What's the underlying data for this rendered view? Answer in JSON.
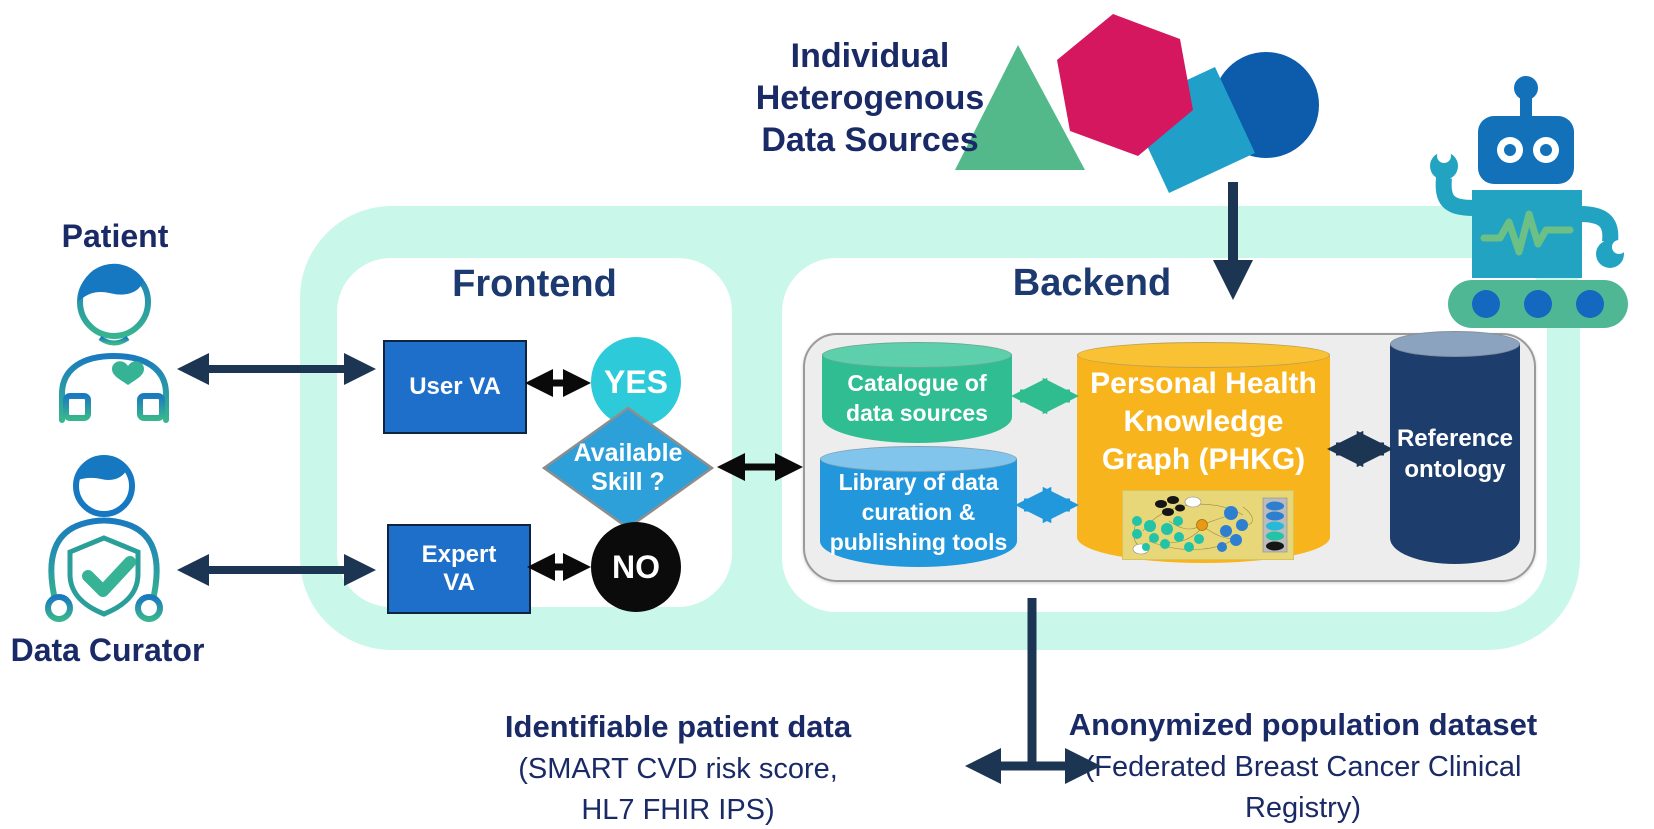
{
  "data_sources": {
    "line1": "Individual",
    "line2": "Heterogenous",
    "line3": "Data Sources"
  },
  "actors": {
    "patient_label": "Patient",
    "curator_label": "Data Curator"
  },
  "frontend": {
    "title": "Frontend",
    "user_va": "User VA",
    "yes": "YES",
    "skill_line1": "Available",
    "skill_line2": "Skill ?",
    "no": "NO",
    "expert_line1": "Expert",
    "expert_line2": "VA"
  },
  "backend": {
    "title": "Backend",
    "catalogue_line1": "Catalogue of",
    "catalogue_line2": "data sources",
    "library_line1": "Library of data",
    "library_line2": "curation &",
    "library_line3": "publishing tools",
    "phkg_line1": "Personal Health",
    "phkg_line2": "Knowledge",
    "phkg_line3": "Graph (PHKG)",
    "reference_line1": "Reference",
    "reference_line2": "ontology"
  },
  "outputs": {
    "identifiable_title": "Identifiable patient data",
    "identifiable_line2": "(SMART CVD risk score,",
    "identifiable_line3": "HL7 FHIR IPS)",
    "anonymized_title": "Anonymized population dataset",
    "anonymized_line2": "(Federated Breast Cancer Clinical",
    "anonymized_line3": "Registry)"
  },
  "colors": {
    "mint": "#c9f7e9",
    "navy_text": "#1a2a66",
    "section_title": "#1d3a70",
    "flow_blue_box": "#1e6fca",
    "yes_cyan": "#2dcbda",
    "diamond_blue": "#2d9fd9",
    "no_black": "#0b0b0b",
    "catalogue_green": "#31bd92",
    "library_blue": "#2297dc",
    "phkg_yellow": "#f8b41c",
    "reference_navy": "#1d3e6d",
    "arrow_navy": "#1c3553",
    "shape_triangle": "#54b98a",
    "shape_hexagon": "#d5175f",
    "shape_square": "#20a0c8",
    "shape_circle": "#0d5bab"
  }
}
